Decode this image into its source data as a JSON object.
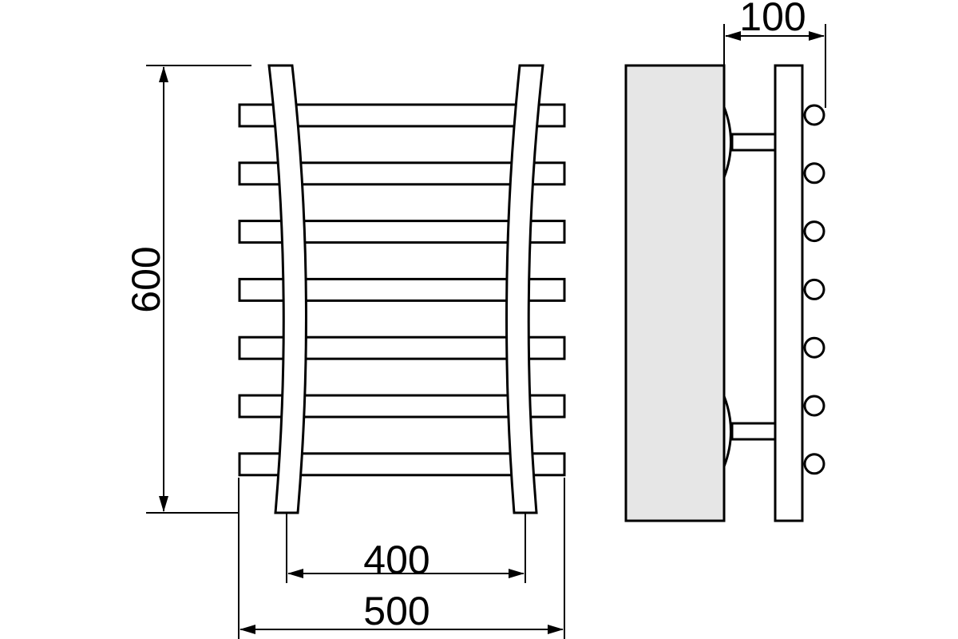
{
  "dimensions": {
    "height_label": "600",
    "rail_spacing_label": "400",
    "overall_width_label": "500",
    "depth_label": "100"
  },
  "front_view": {
    "crossbar_count": 7
  },
  "side_view": {
    "bar_end_count": 7,
    "mount_count": 2
  },
  "colors": {
    "line": "#000000",
    "wall_fill": "#e6e6e6",
    "background": "#ffffff"
  }
}
